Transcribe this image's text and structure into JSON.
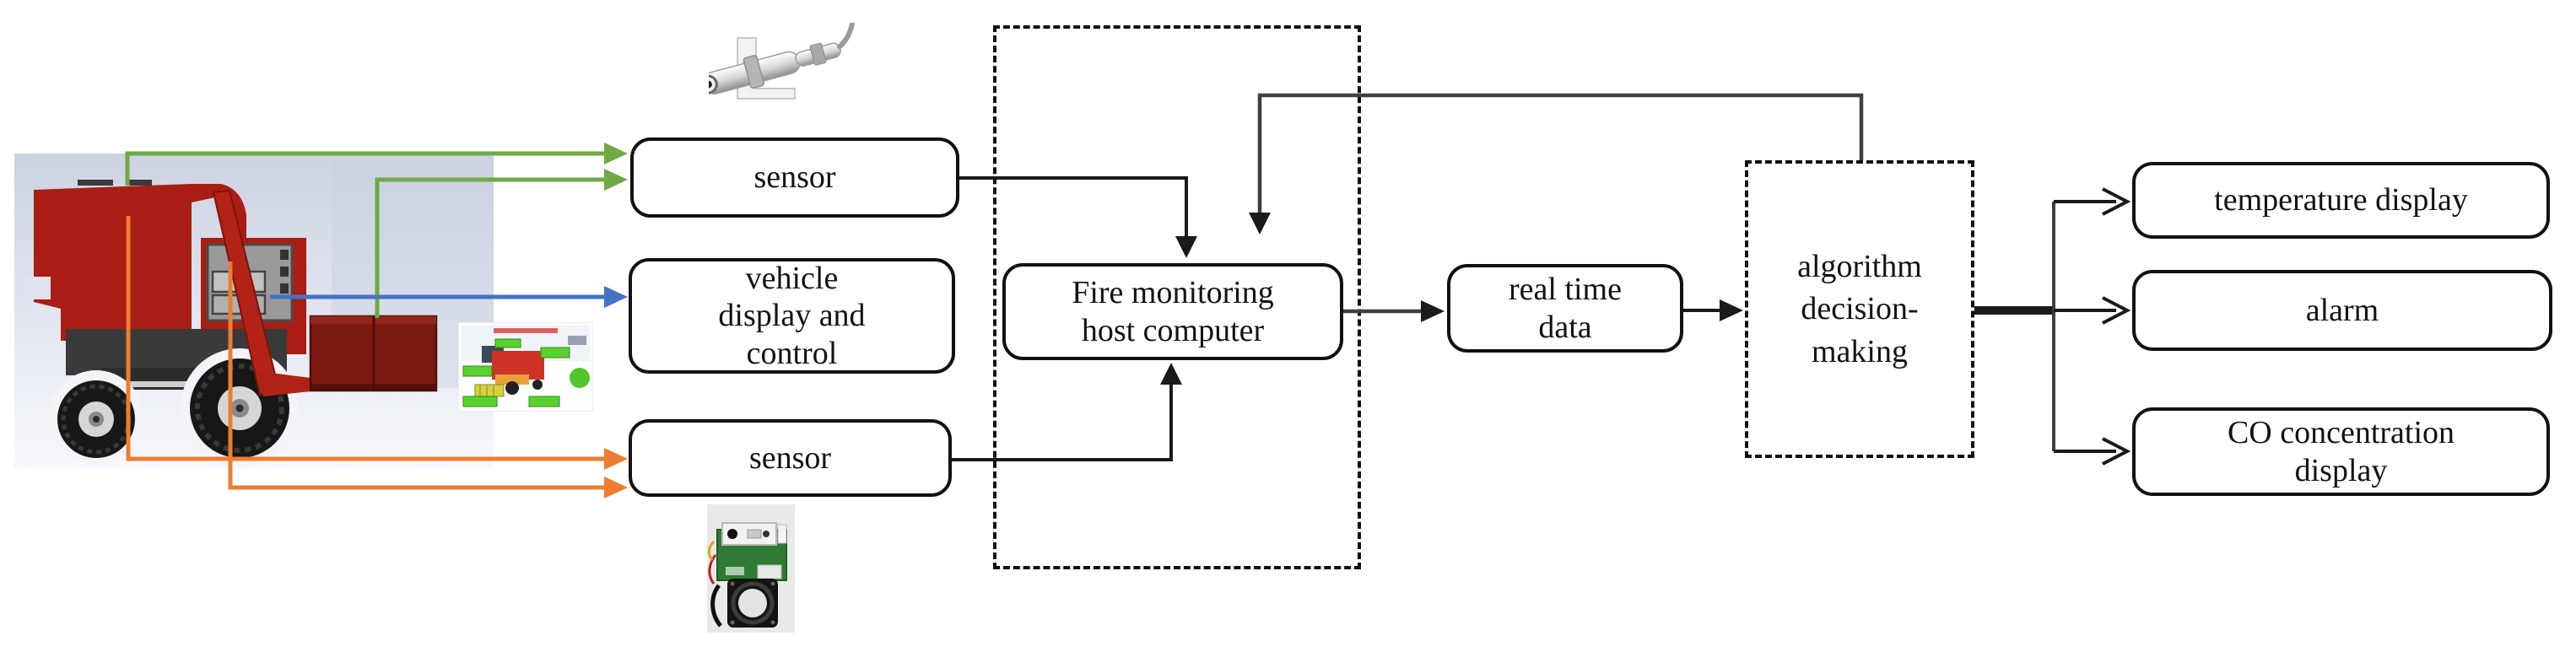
{
  "diagram": {
    "nodes": {
      "sensor_top": {
        "label": "sensor"
      },
      "vehicle_display_control": {
        "label": "vehicle\ndisplay and\ncontrol"
      },
      "sensor_bottom": {
        "label": "sensor"
      },
      "fire_monitoring_host": {
        "label": "Fire monitoring\nhost computer"
      },
      "real_time_data": {
        "label": "real time\ndata"
      },
      "algorithm_decision_making": {
        "label": "algorithm\ndecision-\nmaking"
      },
      "temperature_display": {
        "label": "temperature display"
      },
      "alarm": {
        "label": "alarm"
      },
      "co_concentration_display": {
        "label": "CO concentration\ndisplay"
      }
    },
    "colors": {
      "sensor_link_green": "#6faa44",
      "display_link_blue": "#4472c4",
      "sensor_link_orange": "#ed7d31",
      "connector_black": "#1a1a1a",
      "connector_gray": "#3f3f3f"
    }
  }
}
